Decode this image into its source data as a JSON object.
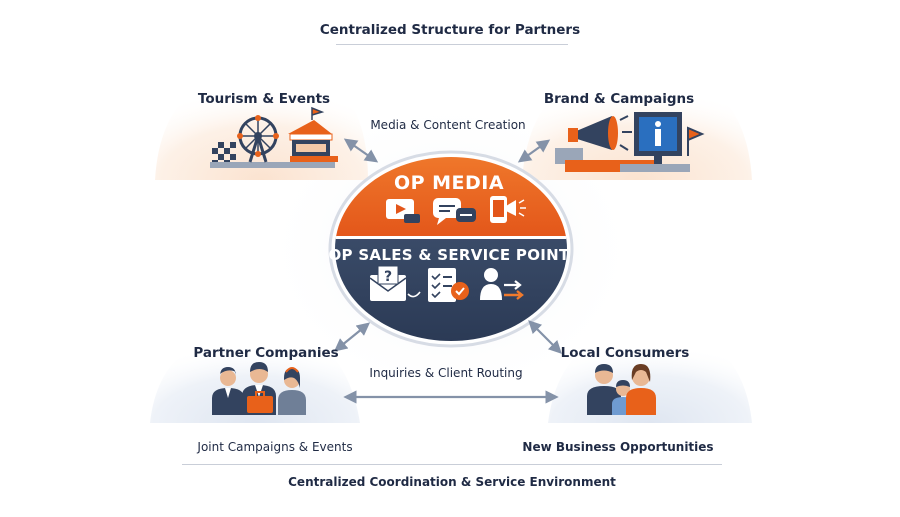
{
  "header": {
    "title": "Centralized Structure for Partners"
  },
  "core": {
    "top_label": "OP MEDIA",
    "bottom_label": "OP SALES & SERVICE POINT",
    "colors": {
      "orange": "#e8611a",
      "navy": "#33435f"
    }
  },
  "nodes": {
    "top_left": {
      "label": "Tourism & Events",
      "icon": "ferris-wheel-market-icon"
    },
    "top_right": {
      "label": "Brand & Campaigns",
      "icon": "megaphone-billboard-icon"
    },
    "bottom_left": {
      "label": "Partner Companies",
      "icon": "business-people-icon"
    },
    "bottom_right": {
      "label": "Local Consumers",
      "icon": "family-icon"
    }
  },
  "flows": {
    "top": "Media & Content Creation",
    "middle": "Inquiries & Client Routing"
  },
  "footer": {
    "left": "Joint Campaigns & Events",
    "right": "New Business Opportunities",
    "bottom": "Centralized Coordination & Service Environment"
  }
}
